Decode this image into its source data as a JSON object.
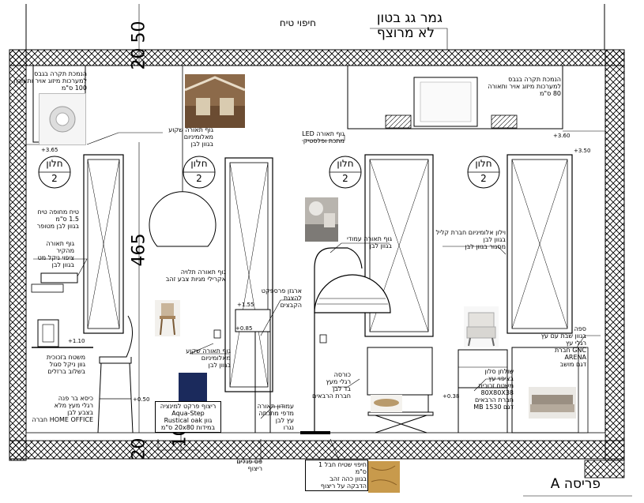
{
  "top_notes": {
    "roof_title": "גמר גג בטון",
    "roof_sub": "לא מרוצף",
    "floor_tiles": "חיפוי טיח"
  },
  "dimensions": {
    "top_dim": "50",
    "top_small": "20",
    "mid_dim": "465",
    "bottom_small": "20",
    "bottom_dim": "10"
  },
  "notes": {
    "ceiling_left": "הנמכת תקרה בגבס\nלמערכות מיזוג אויר ותאורה\n100 ס\"מ",
    "ceiling_right": "הנמכת תקרה בגבס\nלמערכות מיזוג אויר ותאורה\n80 ס\"מ",
    "led_light": "גוף תאורה LED\nמתכת ופלסטיק",
    "spot_left": "גוף תאורה שקוע\nמאלומיניום\nבגוון לבן",
    "wall_paint": "טיח מחופה טיח 1.5 ס\"מ\nבגוון לבן מטופר",
    "wall_lamp": "גוף תאורה מהקיר\nציפוי ניקל מט\nבגוון לבן",
    "pendant": "גוף תאורה תלויה\nאקרילי מגיות צבע זהב",
    "shelf_box": "ארגזן פרספקט\nלהצגת הקבצים",
    "floor_lamp": "גוף תאורה עמודי\nבגוון לבן",
    "spot_mid": "גוף תאורה שקוע\nמאלומיניום\nבגוון לבן",
    "curtain": "וילון אלומיניום חברת קליל\nבגוון לבן\nמסגור בגוון לבן",
    "desk": "משטח בזכוכית\nגוון ניקל סגול\nבשלוב ברזלים",
    "chair": "כיסא בר פנה\nרגלי מעץ מלא\nבצבע לבן\nHOME OFFICE חברה",
    "carpet": "ריצוף פרקט למינציה Aqua-Step\nגוון Rustical oak\nבמידות 20x80 ס\"מ",
    "lamp_base": "עמודון תאורה\nמדפי מתכתה\nעץ לבן\nנגרו",
    "dresser": "כורסה\nרגלי מעץ\nבד לבן\nחברת הרבאים",
    "coffee_table": "שולחן סלון\nבציפוי עץ\nמשטח זכוכית\n80X80X38\nחברת הרבאים\nדגם MB 1530",
    "sofa": "ספה\nבגוון שבת עם עץ\nרגלי עץ\nGNC חברת\nARENA\nדגם מושב",
    "skirting": "פס פנלים\nריצוף",
    "floor_wood": "חיפוי שטיח חבל 1 ס\"מ\nבגוון כהה זהב\nהדבקה על ריצוף"
  },
  "levels": {
    "l1": "+3.65",
    "l2": "+3.60",
    "l3": "+3.50",
    "l4": "+1.10",
    "l5": "+1.55",
    "l6": "+0.85",
    "l7": "+0.50",
    "l8": "+0.38"
  },
  "frames": [
    {
      "top": "חלון",
      "num": "2"
    },
    {
      "top": "חלון",
      "num": "2"
    },
    {
      "top": "חלון",
      "num": "2"
    },
    {
      "top": "חלון",
      "num": "2"
    }
  ],
  "section_title": "פריסה A"
}
